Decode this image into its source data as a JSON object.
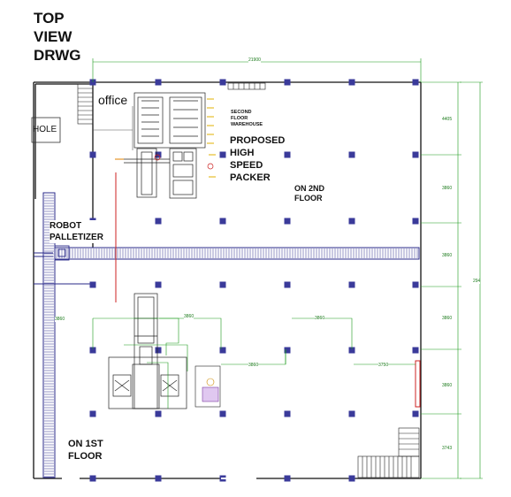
{
  "title": {
    "line1": "TOP",
    "line2": "VIEW",
    "line3": "DRWG"
  },
  "labels": {
    "office": "office",
    "hole": "HOLE",
    "second_floor_line1": "SECOND",
    "second_floor_line2": "FLOOR",
    "second_floor_line3": "WAREHOUSE",
    "proposed_line1": "PROPOSED",
    "proposed_line2": "HIGH",
    "proposed_line3": "SPEED",
    "proposed_line4": "PACKER",
    "on_2nd_line1": "ON 2ND",
    "on_2nd_line2": "FLOOR",
    "robot_line1": "ROBOT",
    "robot_line2": "PALLETIZER",
    "on_1st_line1": "ON 1ST",
    "on_1st_line2": "FLOOR"
  },
  "dimensions": {
    "overall_top": "21900",
    "right_1": "4405",
    "right_2": "3860",
    "right_3": "3860",
    "right_4": "3860",
    "right_5": "3860",
    "right_6": "3743",
    "overall_right": "294",
    "mid_1": "3860",
    "mid_2": "3860",
    "mid_3": "3860",
    "mid_4": "3750",
    "left_1": "3860"
  },
  "colors": {
    "wall": "#111111",
    "conveyor": "#2a2a8a",
    "column": "#3a3a9a",
    "dimension": "#1a9a1a",
    "red_line": "#cc2222",
    "machine": "#222222"
  }
}
